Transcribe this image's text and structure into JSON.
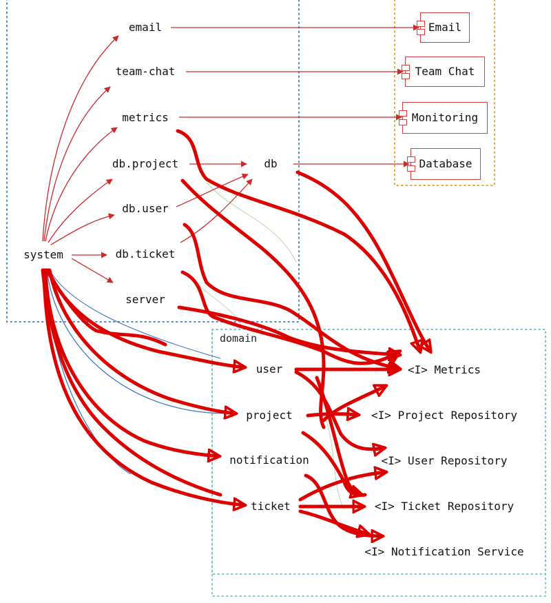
{
  "nodes": {
    "email": "email",
    "team_chat": "team-chat",
    "metrics": "metrics",
    "db_project": "db.project",
    "db_user": "db.user",
    "db_ticket": "db.ticket",
    "server": "server",
    "system": "system",
    "db": "db"
  },
  "components": {
    "email": "Email",
    "team_chat": "Team Chat",
    "monitoring": "Monitoring",
    "database": "Database"
  },
  "domain": {
    "label": "domain",
    "user": "user",
    "project": "project",
    "notification": "notification",
    "ticket": "ticket",
    "i_metrics": "<I> Metrics",
    "i_project_repo": "<I> Project Repository",
    "i_user_repo": "<I> User Repository",
    "i_ticket_repo": "<I> Ticket Repository",
    "i_notification_service": "<I> Notification Service"
  },
  "colors": {
    "arrow": "#cc2a2a",
    "scribble": "#dd0000",
    "blue_box": "#4a86c8",
    "orange_box": "#f0a030",
    "teal_box": "#7fc3c8",
    "blue_line": "#3a6fc0",
    "faint_green": "#b9d8a8"
  }
}
